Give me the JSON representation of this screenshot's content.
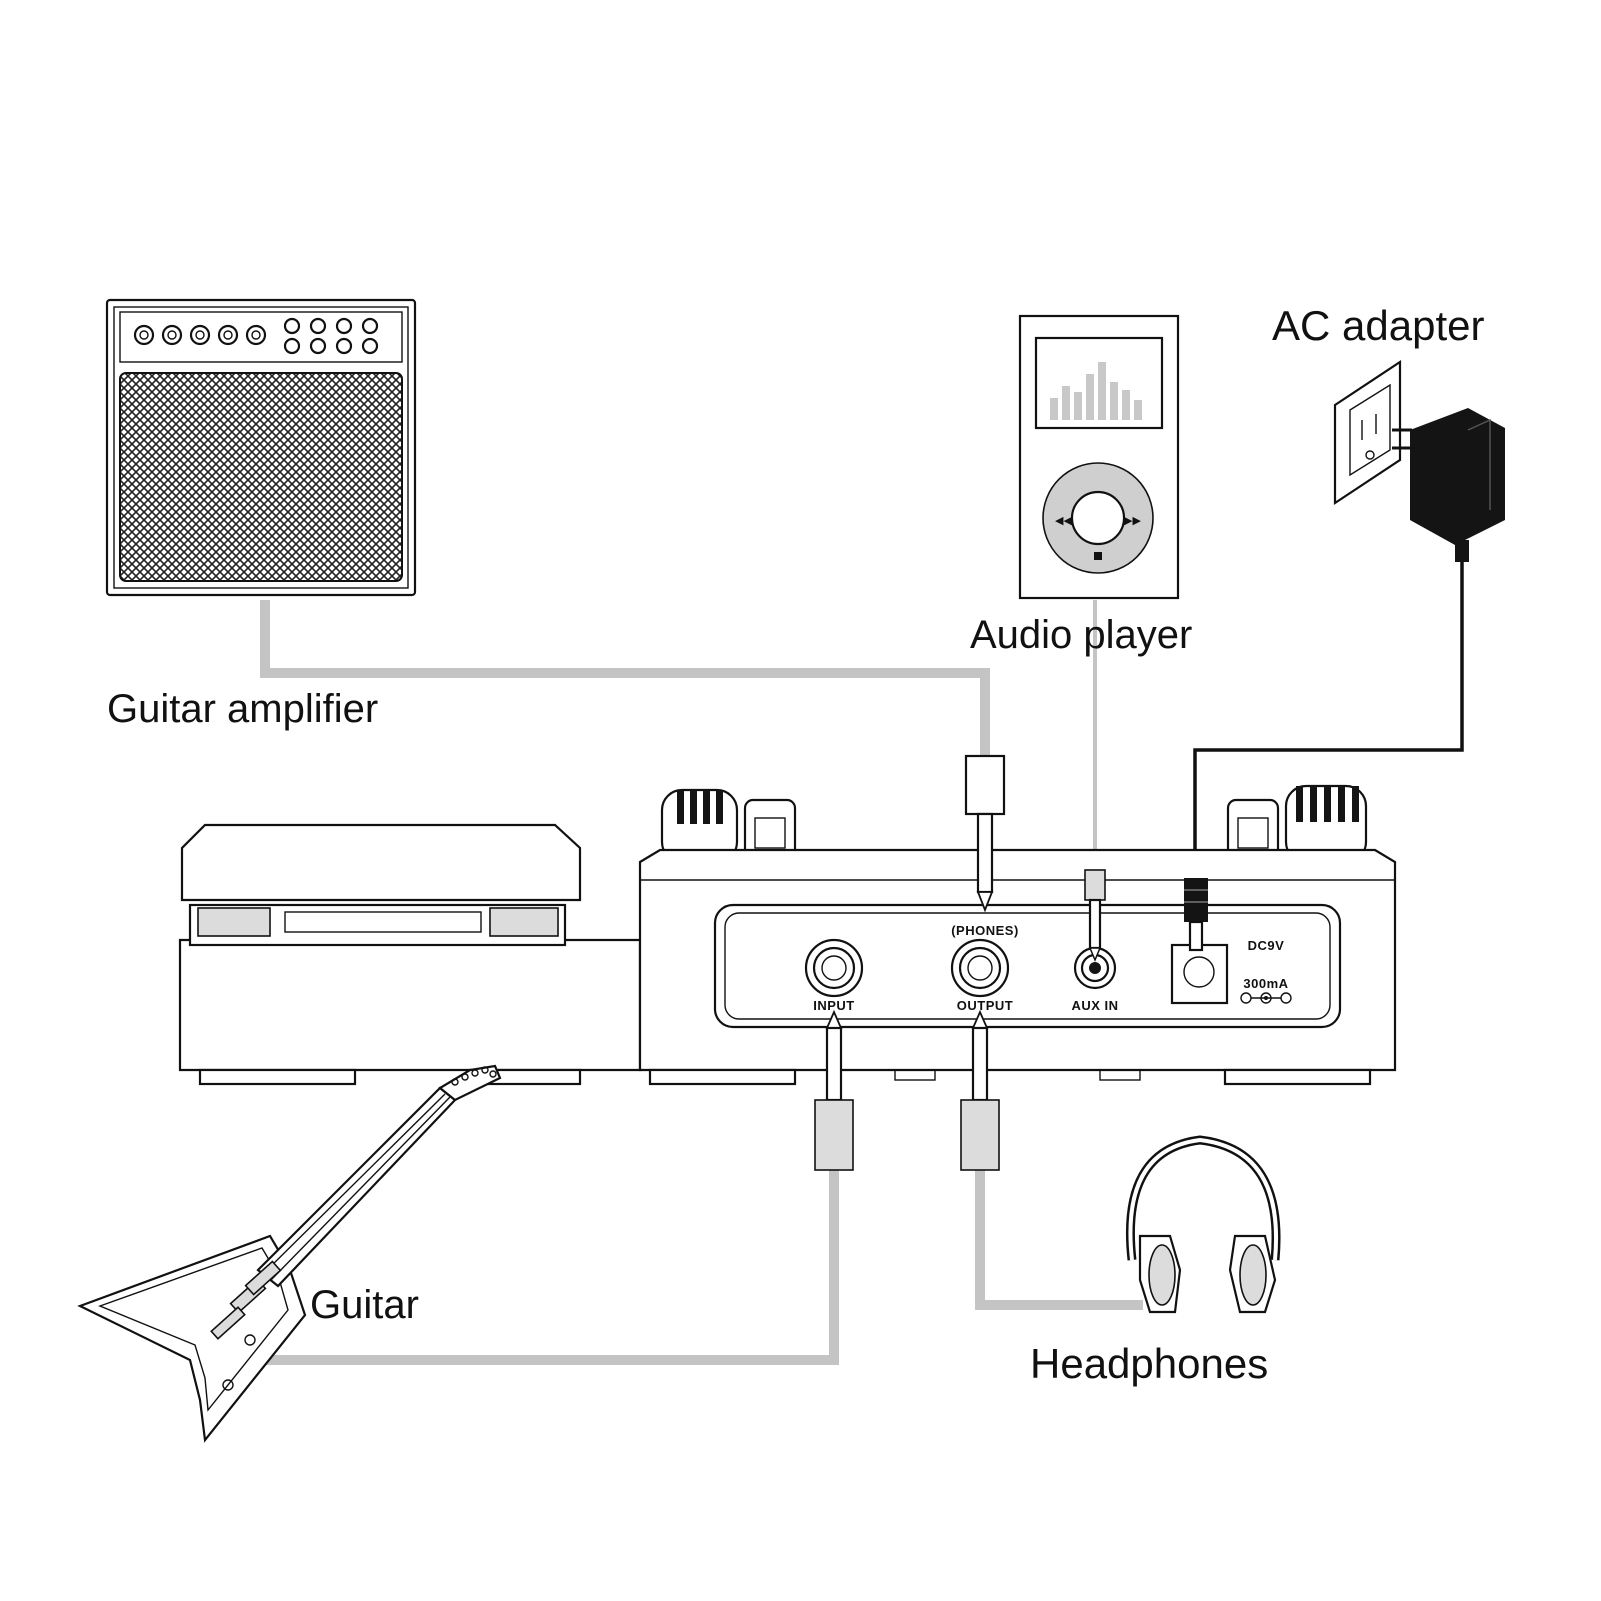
{
  "labels": {
    "guitar_amplifier": "Guitar amplifier",
    "audio_player": "Audio player",
    "ac_adapter": "AC adapter",
    "guitar": "Guitar",
    "headphones": "Headphones"
  },
  "panel": {
    "phones": "(PHONES)",
    "input": "INPUT",
    "output": "OUTPUT",
    "aux_in": "AUX IN",
    "dc9v": "DC9V",
    "current": "300mA"
  },
  "icons": [
    "amplifier-icon",
    "audio-player-icon",
    "ac-adapter-icon",
    "wall-outlet-icon",
    "multi-effects-pedal-icon",
    "guitar-icon",
    "headphones-icon",
    "jack-plug-icon"
  ],
  "colors": {
    "cable": "#c4c4c4",
    "line": "#111111",
    "background": "#ffffff"
  }
}
